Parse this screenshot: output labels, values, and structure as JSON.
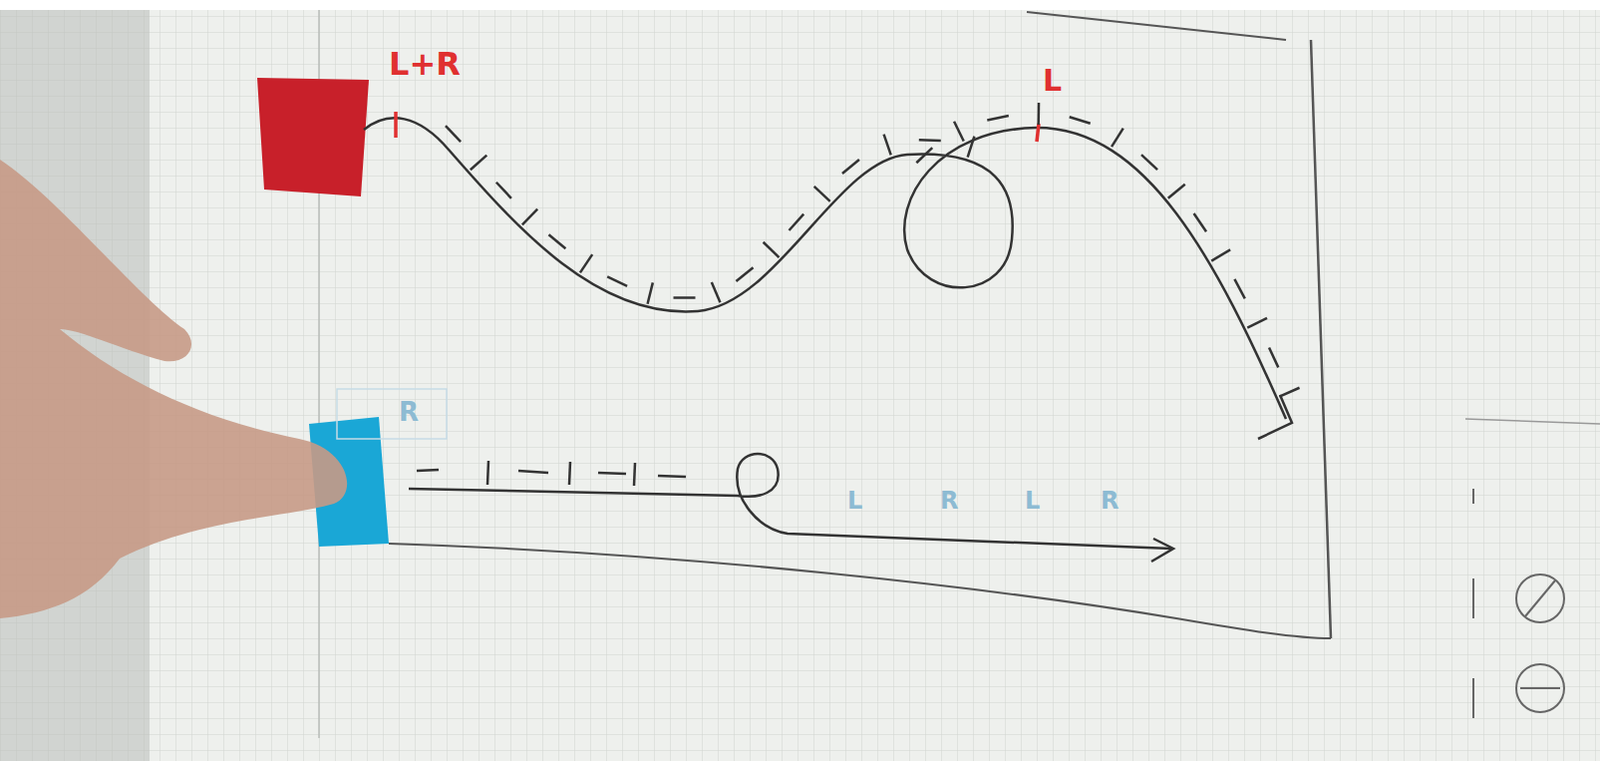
{
  "diagram": {
    "labels": [
      "L+R",
      "L",
      "R",
      "L",
      "R",
      "L",
      "R"
    ]
  }
}
